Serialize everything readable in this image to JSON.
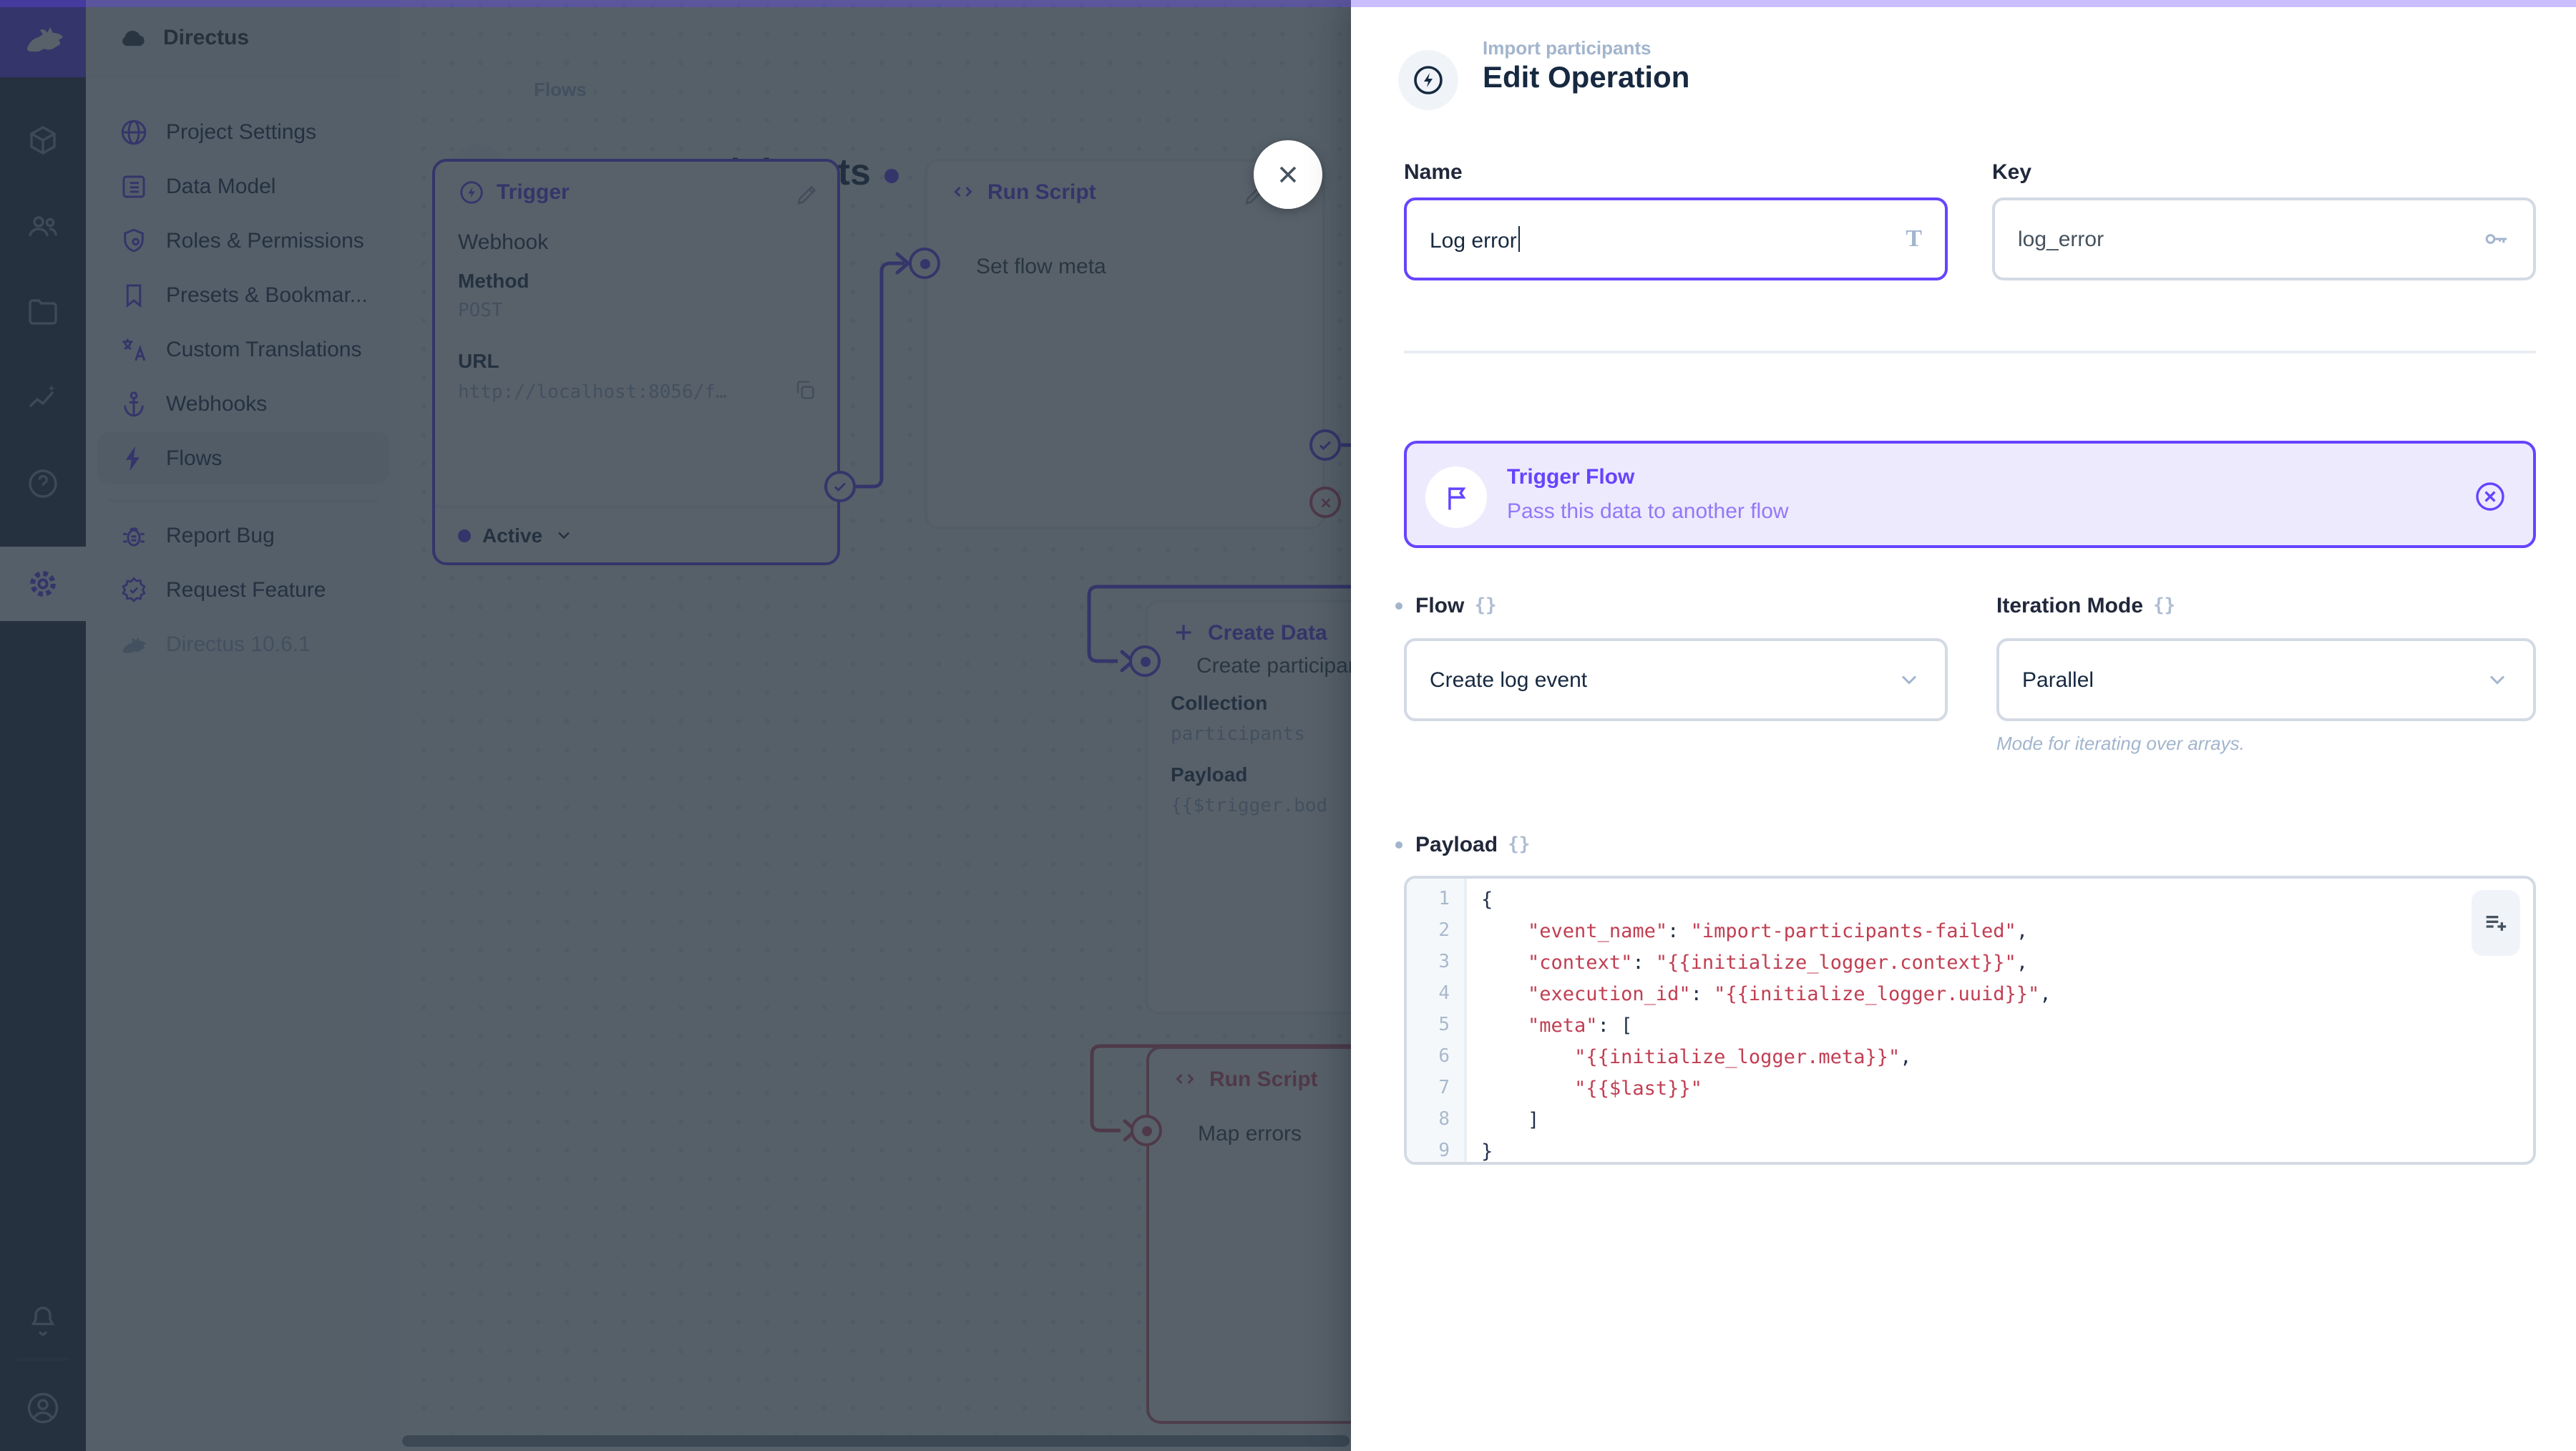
{
  "app": {
    "accent": "#6644FF",
    "danger": "#E35169"
  },
  "module_bar": {
    "logo_icon": "directus-rabbit-icon",
    "modules": [
      "box-icon",
      "people-icon",
      "folder-icon",
      "insights-icon",
      "help-icon",
      "gear-icon"
    ],
    "bottom_icons": [
      "bell-icon",
      "account-icon"
    ]
  },
  "sidebar": {
    "project_name": "Directus",
    "items": [
      {
        "label": "Project Settings",
        "icon": "globe-icon"
      },
      {
        "label": "Data Model",
        "icon": "data-model-icon"
      },
      {
        "label": "Roles & Permissions",
        "icon": "shield-icon"
      },
      {
        "label": "Presets & Bookmar...",
        "icon": "bookmark-icon"
      },
      {
        "label": "Custom Translations",
        "icon": "translate-icon"
      },
      {
        "label": "Webhooks",
        "icon": "anchor-icon"
      },
      {
        "label": "Flows",
        "icon": "bolt-icon",
        "active": true
      }
    ],
    "secondary_items": [
      {
        "label": "Report Bug",
        "icon": "bug-icon"
      },
      {
        "label": "Request Feature",
        "icon": "verified-icon"
      }
    ],
    "version": "Directus 10.6.1"
  },
  "canvas": {
    "breadcrumb": "Flows",
    "title": "Import participants",
    "trigger_panel": {
      "title": "Trigger",
      "type": "Webhook",
      "method_label": "Method",
      "method": "POST",
      "url_label": "URL",
      "url": "http://localhost:8056/f…",
      "status": "Active"
    },
    "run_script_panel": {
      "title": "Run Script",
      "name": "Set flow meta"
    },
    "create_data_panel": {
      "title": "Create Data",
      "name": "Create participant",
      "collection_label": "Collection",
      "collection": "participants",
      "payload_label": "Payload",
      "payload_preview": "{{$trigger.bod"
    },
    "error_panel": {
      "title": "Run Script",
      "name": "Map errors"
    }
  },
  "drawer": {
    "breadcrumb": "Import participants",
    "title": "Edit Operation",
    "name_field": {
      "label": "Name",
      "value": "Log error"
    },
    "key_field": {
      "label": "Key",
      "value": "log_error"
    },
    "notice": {
      "title": "Trigger Flow",
      "subtitle": "Pass this data to another flow"
    },
    "flow_field": {
      "label": "Flow",
      "value": "Create log event"
    },
    "iteration_field": {
      "label": "Iteration Mode",
      "value": "Parallel",
      "note": "Mode for iterating over arrays."
    },
    "payload_field": {
      "label": "Payload",
      "lines": [
        {
          "num": "1",
          "text": "{"
        },
        {
          "num": "2",
          "text": "    \"event_name\": \"import-participants-failed\","
        },
        {
          "num": "3",
          "text": "    \"context\": \"{{initialize_logger.context}}\","
        },
        {
          "num": "4",
          "text": "    \"execution_id\": \"{{initialize_logger.uuid}}\","
        },
        {
          "num": "5",
          "text": "    \"meta\": ["
        },
        {
          "num": "6",
          "text": "        \"{{initialize_logger.meta}}\","
        },
        {
          "num": "7",
          "text": "        \"{{$last}}\""
        },
        {
          "num": "8",
          "text": "    ]"
        },
        {
          "num": "9",
          "text": "}"
        }
      ]
    }
  }
}
